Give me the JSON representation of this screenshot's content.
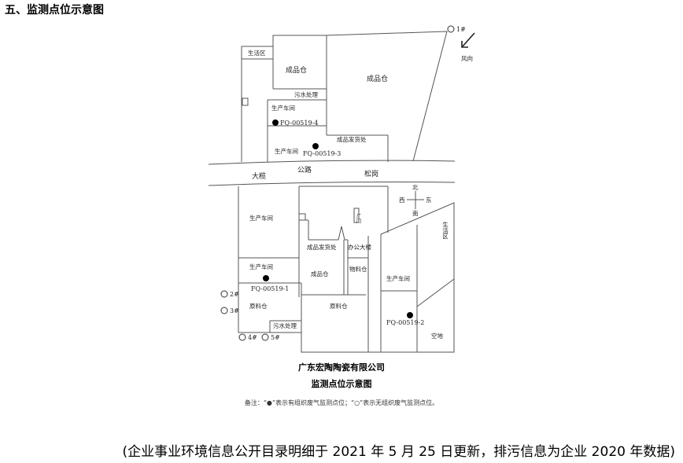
{
  "section_title": "五、监测点位示意图",
  "areas": {
    "living_top": "生活区",
    "finished_warehouse_top_left": "成品仓",
    "finished_warehouse_top_right": "成品仓",
    "sewage_top": "污水处理",
    "workshop_top_1": "生产车间",
    "workshop_top_2": "生产车间",
    "shipping_top": "成品发货处",
    "workshop_bottom_left_1": "生产车间",
    "workshop_bottom_left_2": "生产车间",
    "raw_material_left": "原料仓",
    "sewage_bottom": "污水处理",
    "shipping_bottom": "成品发货处",
    "office_building": "办公大楼",
    "material_warehouse": "物料仓",
    "finished_warehouse_bottom": "成品仓",
    "raw_material_center": "原料仓",
    "workshop_bottom_right": "生产车间",
    "empty_lot": "空地",
    "living_right": "生活区",
    "gate_mark": "厂门"
  },
  "road": {
    "left_place": "大榄",
    "road_name": "公路",
    "right_place": "松岗"
  },
  "compass": {
    "north": "北",
    "south": "南",
    "west": "西",
    "east": "东"
  },
  "wind": {
    "label": "风向"
  },
  "organized_points": [
    {
      "id": "FQ-00519-4"
    },
    {
      "id": "FQ-00519-3"
    },
    {
      "id": "FQ-00519-1"
    },
    {
      "id": "FQ-00519-2"
    }
  ],
  "unorganized_points": [
    {
      "id": "1#"
    },
    {
      "id": "2#"
    },
    {
      "id": "3#"
    },
    {
      "id": "4#"
    },
    {
      "id": "5#"
    }
  ],
  "caption": {
    "company": "广东宏陶陶瓷有限公司",
    "title": "监测点位示意图"
  },
  "legend_note": "备注：“●”表示有组织废气监测点位；“○”表示无组织废气监测点位。",
  "footer_note": "(企业事业环境信息公开目录明细于 2021 年 5 月 25 日更新，排污信息为企业 2020 年数据)"
}
